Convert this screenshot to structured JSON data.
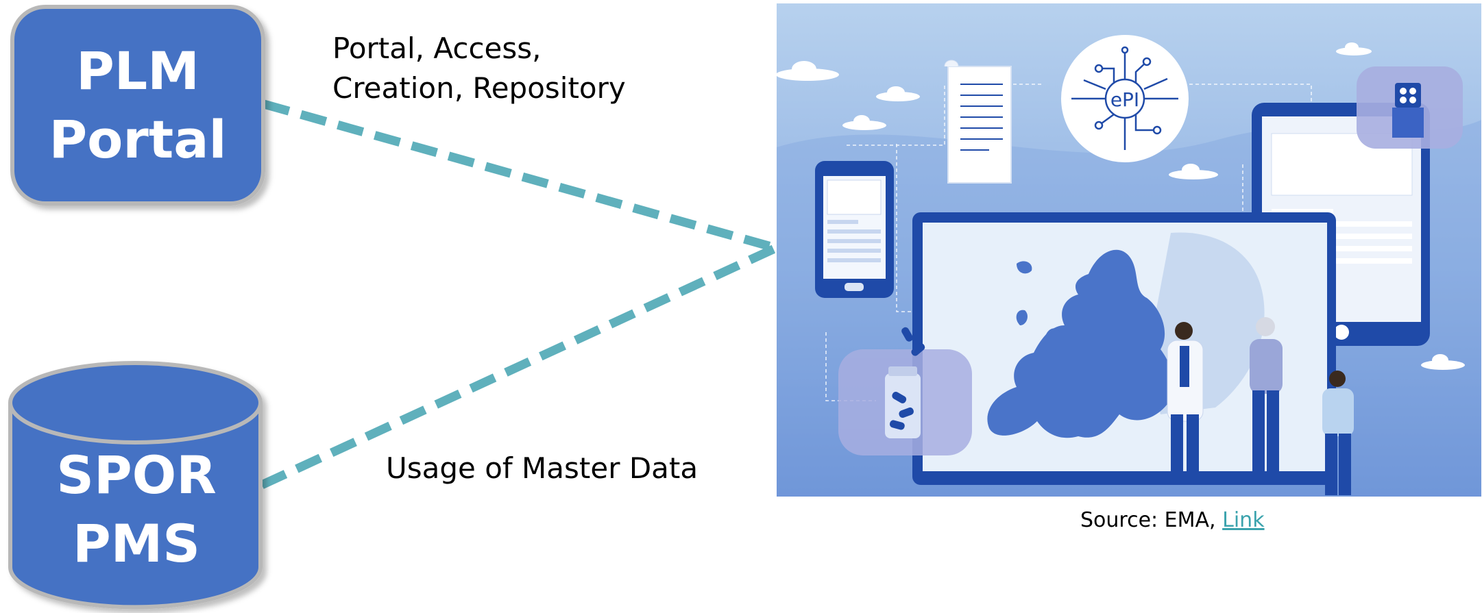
{
  "nodes": {
    "plm": {
      "line1": "PLM",
      "line2": "Portal"
    },
    "spor": {
      "line1": "SPOR",
      "line2": "PMS"
    }
  },
  "edges": {
    "plm_label_line1": "Portal, Access,",
    "plm_label_line2": "Creation, Repository",
    "spor_label": "Usage of Master Data"
  },
  "illustration": {
    "badge": "ePI"
  },
  "caption": {
    "prefix": "Source: EMA, ",
    "link_text": "Link"
  },
  "colors": {
    "node_fill": "#4472c4",
    "node_border": "#b8b8b8",
    "connector": "#5fb0bc",
    "illustration_bg": "#6f96d6",
    "link": "#3ba3ad"
  }
}
